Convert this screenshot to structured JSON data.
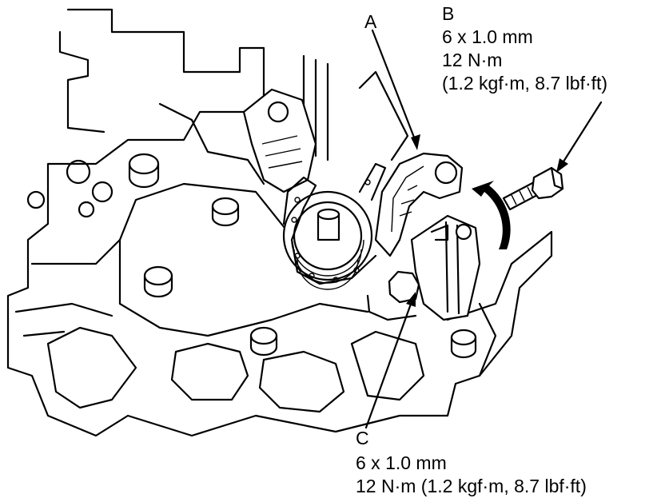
{
  "labels": {
    "a": {
      "letter": "A"
    },
    "b": {
      "letter": "B",
      "lines": [
        "6 x 1.0 mm",
        "12 N·m",
        "(1.2 kgf·m, 8.7 lbf·ft)"
      ]
    },
    "c": {
      "letter": "C",
      "lines": [
        "6 x 1.0 mm",
        "12 N·m (1.2 kgf·m, 8.7 lbf·ft)"
      ]
    }
  },
  "colors": {
    "line": "#000000",
    "background": "#ffffff"
  }
}
